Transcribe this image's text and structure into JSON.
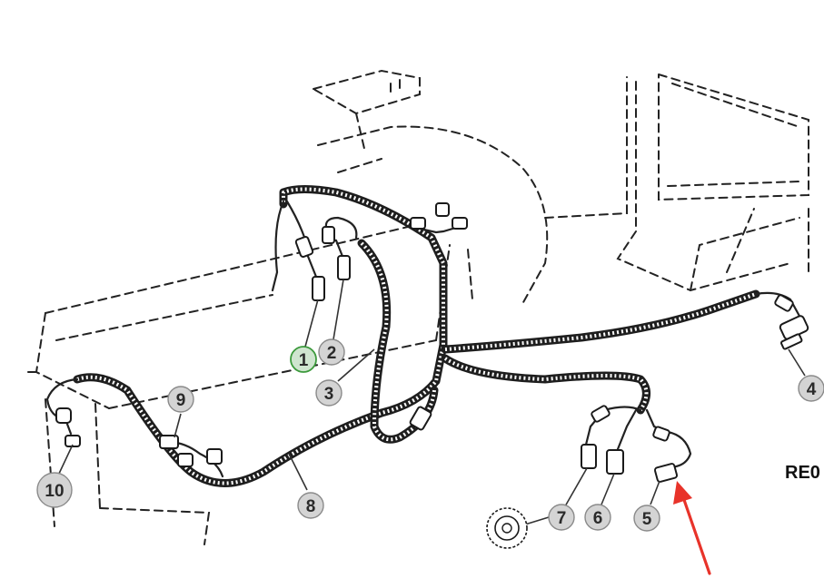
{
  "diagram": {
    "reference_code": "RE0",
    "callouts": [
      {
        "id": "1",
        "label": "1",
        "highlighted": true
      },
      {
        "id": "2",
        "label": "2",
        "highlighted": false
      },
      {
        "id": "3",
        "label": "3",
        "highlighted": false
      },
      {
        "id": "4",
        "label": "4",
        "highlighted": false
      },
      {
        "id": "5",
        "label": "5",
        "highlighted": false
      },
      {
        "id": "6",
        "label": "6",
        "highlighted": false
      },
      {
        "id": "7",
        "label": "7",
        "highlighted": false
      },
      {
        "id": "8",
        "label": "8",
        "highlighted": false
      },
      {
        "id": "9",
        "label": "9",
        "highlighted": false
      },
      {
        "id": "10",
        "label": "10",
        "highlighted": false
      }
    ],
    "colors": {
      "line": "#222222",
      "callout_fill": "#d4d4d4",
      "highlight_fill": "#cfe5cf",
      "highlight_stroke": "#3c9a3c",
      "arrow": "#e8332a"
    },
    "annotation_arrow": {
      "icon": "red-arrow-icon",
      "points_to_callout": "5"
    }
  }
}
